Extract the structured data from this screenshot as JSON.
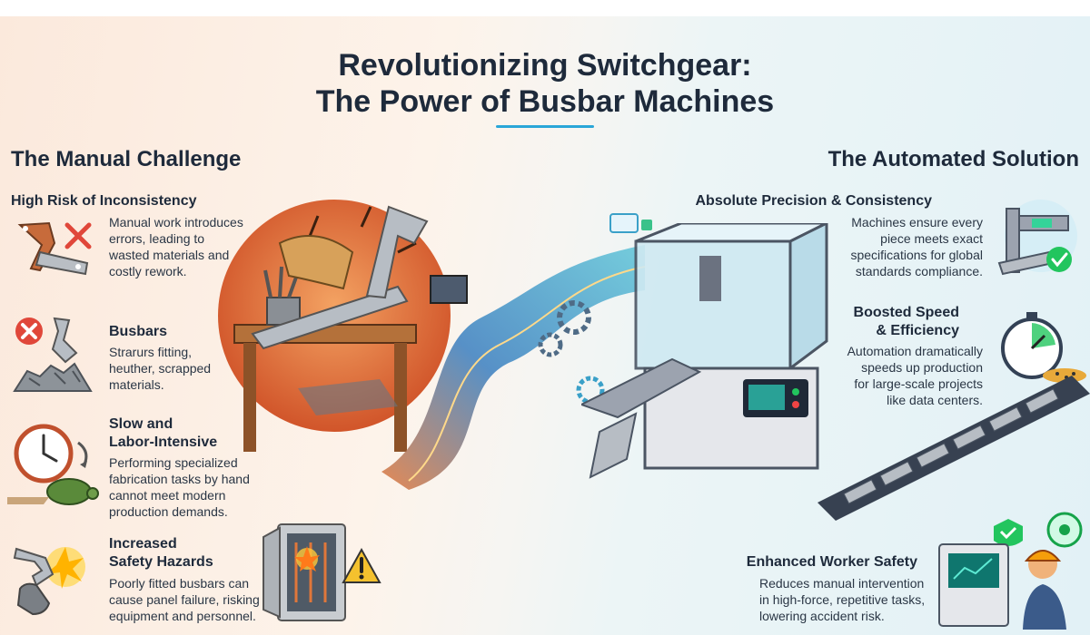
{
  "title": {
    "line1": "Revolutionizing Switchgear:",
    "line2": "The Power of Busbar Machines"
  },
  "manual": {
    "heading": "The Manual Challenge",
    "items": [
      {
        "title": "High Risk of Inconsistency",
        "body": [
          "Manual work introduces",
          "errors, leading to",
          "wasted materials and",
          "costly rework."
        ],
        "icon": "bent-busbar-icon"
      },
      {
        "title": "Busbars",
        "body": [
          "Strarurs fitting,",
          "heuther, scrapped",
          "materials."
        ],
        "icon": "scrap-busbar-icon"
      },
      {
        "title_lines": [
          "Slow and",
          "Labor-Intensive"
        ],
        "body": [
          "Performing specialized",
          "fabrication tasks by hand",
          "cannot meet modern",
          "production demands."
        ],
        "icon": "clock-turtle-icon"
      },
      {
        "title_lines": [
          "Increased",
          "Safety Hazards"
        ],
        "body": [
          "Poorly fitted busbars can",
          "cause panel failure, risking",
          "equipment and personnel."
        ],
        "icon": "spark-hand-icon"
      }
    ]
  },
  "automated": {
    "heading": "The Automated Solution",
    "items": [
      {
        "title": "Absolute Precision & Consistency",
        "body": [
          "Machines ensure every",
          "piece meets exact",
          "specifications for global",
          "standards compliance."
        ],
        "icon": "caliper-check-icon"
      },
      {
        "title_lines": [
          "Boosted Speed",
          "& Efficiency"
        ],
        "body": [
          "Automation dramatically",
          "speeds up production",
          "for large-scale projects",
          "like data centers."
        ],
        "icon": "stopwatch-cheetah-icon"
      },
      {
        "title": "Enhanced Worker Safety",
        "body": [
          "Reduces manual intervention",
          "in high-force, repetitive tasks,",
          "lowering accident risk."
        ],
        "icon": "worker-console-icon"
      }
    ]
  },
  "colors": {
    "accent": "#2aa6d8",
    "warm": "#e0773a",
    "cool": "#3aa0c8",
    "dark": "#1e2a3b"
  }
}
